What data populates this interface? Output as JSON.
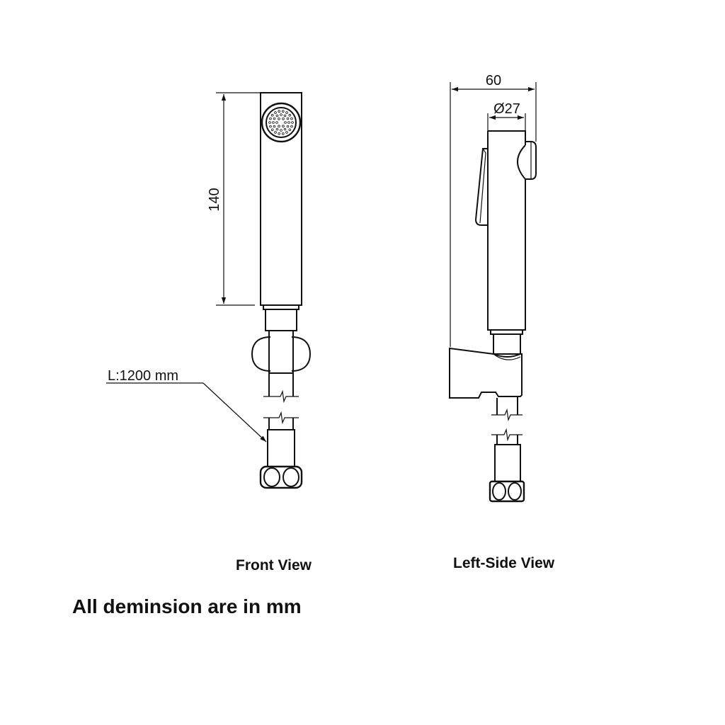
{
  "dimensions": {
    "height": "140",
    "width": "60",
    "diameter": "Ø27",
    "hose_length": "L:1200 mm"
  },
  "labels": {
    "front_view": "Front View",
    "side_view": "Left-Side View"
  },
  "note": "All deminsion are in mm"
}
